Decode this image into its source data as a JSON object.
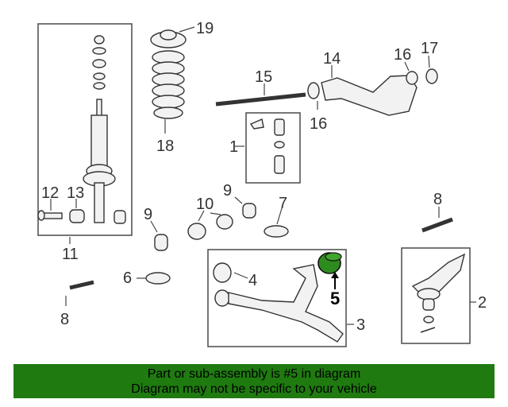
{
  "diagram": {
    "callouts": [
      "1",
      "2",
      "3",
      "4",
      "5",
      "6",
      "7",
      "8",
      "8",
      "9",
      "9",
      "10",
      "11",
      "12",
      "13",
      "14",
      "15",
      "16",
      "16",
      "17",
      "18",
      "19"
    ],
    "highlighted_part": "5",
    "highlight_color": "#2e8b1e"
  },
  "banner": {
    "line1": "Part or sub-assembly is #5 in diagram",
    "line2": "Diagram may not be specific to your vehicle",
    "background": "#1f7a10"
  }
}
